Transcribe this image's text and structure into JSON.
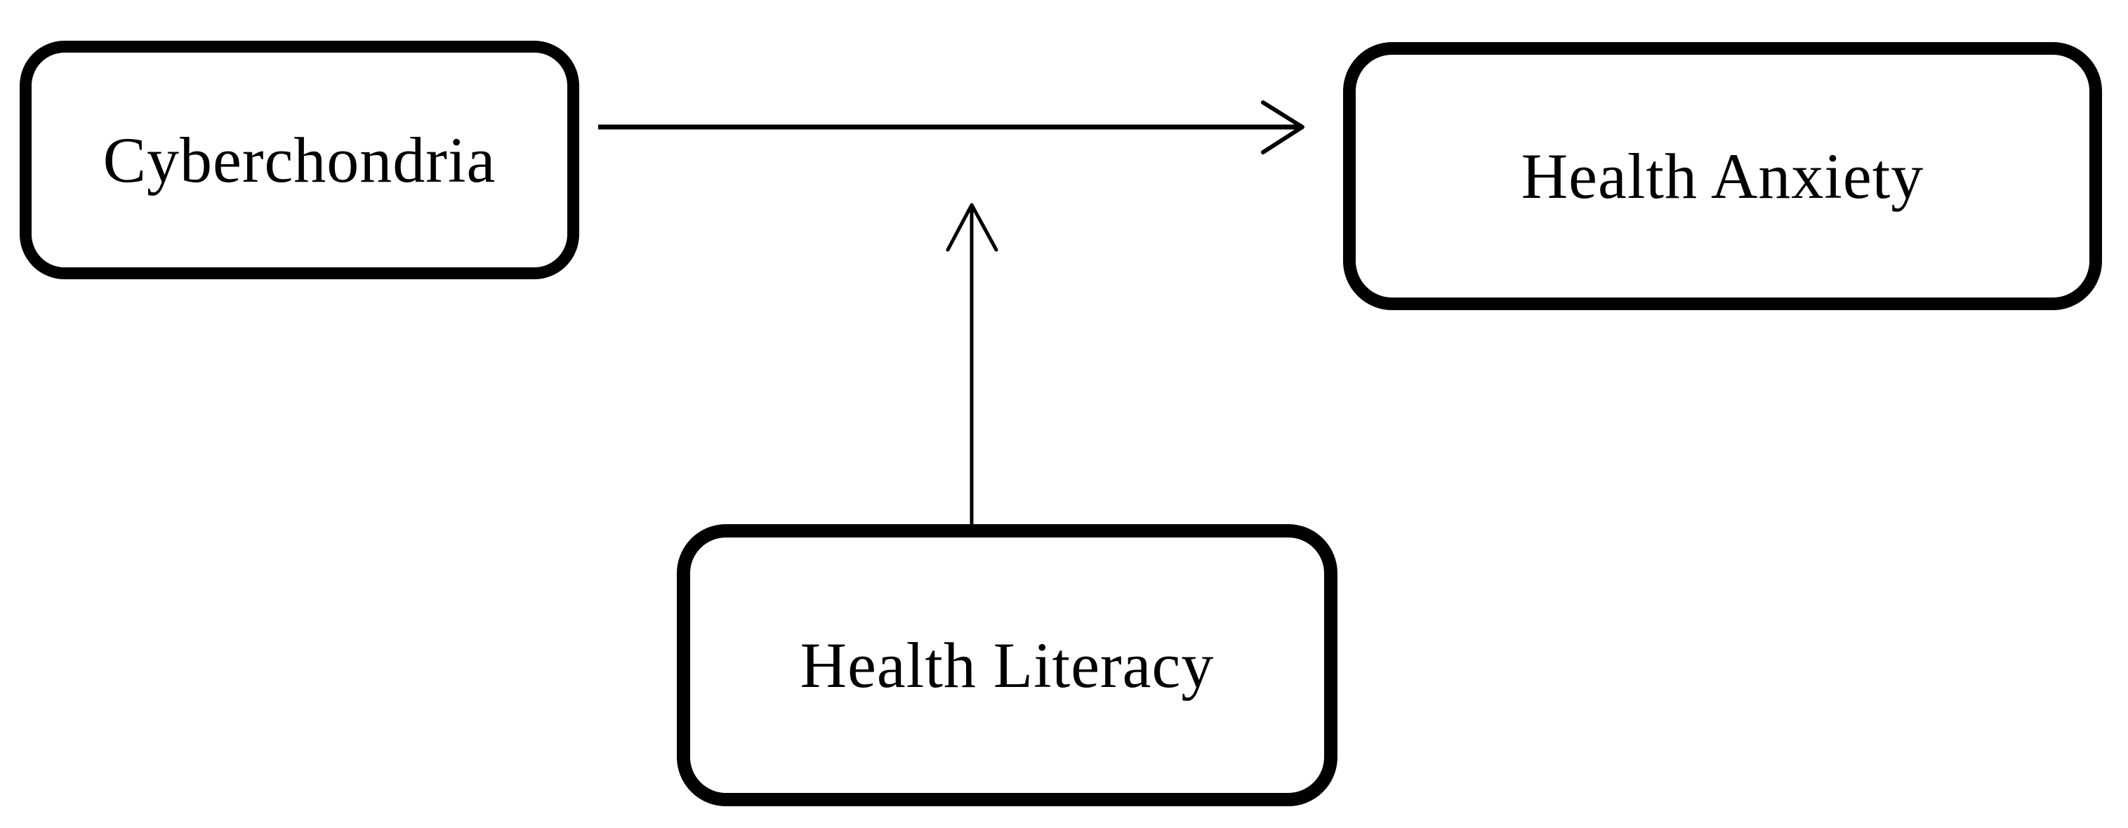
{
  "colors": {
    "ink": "#000000",
    "background": "#ffffff"
  },
  "nodes": [
    {
      "id": "cyberchondria",
      "label": "Cyberchondria"
    },
    {
      "id": "health-anxiety",
      "label": "Health Anxiety"
    },
    {
      "id": "health-literacy",
      "label": "Health Literacy"
    }
  ],
  "edges": [
    {
      "id": "direct-effect-arrow",
      "from": "Cyberchondria",
      "to": "Health Anxiety",
      "direction": "right",
      "head": "open-chevron"
    },
    {
      "id": "moderation-arrow",
      "from": "Health Literacy",
      "to": "path between Cyberchondria and Health Anxiety",
      "direction": "up",
      "head": "open-chevron"
    }
  ]
}
